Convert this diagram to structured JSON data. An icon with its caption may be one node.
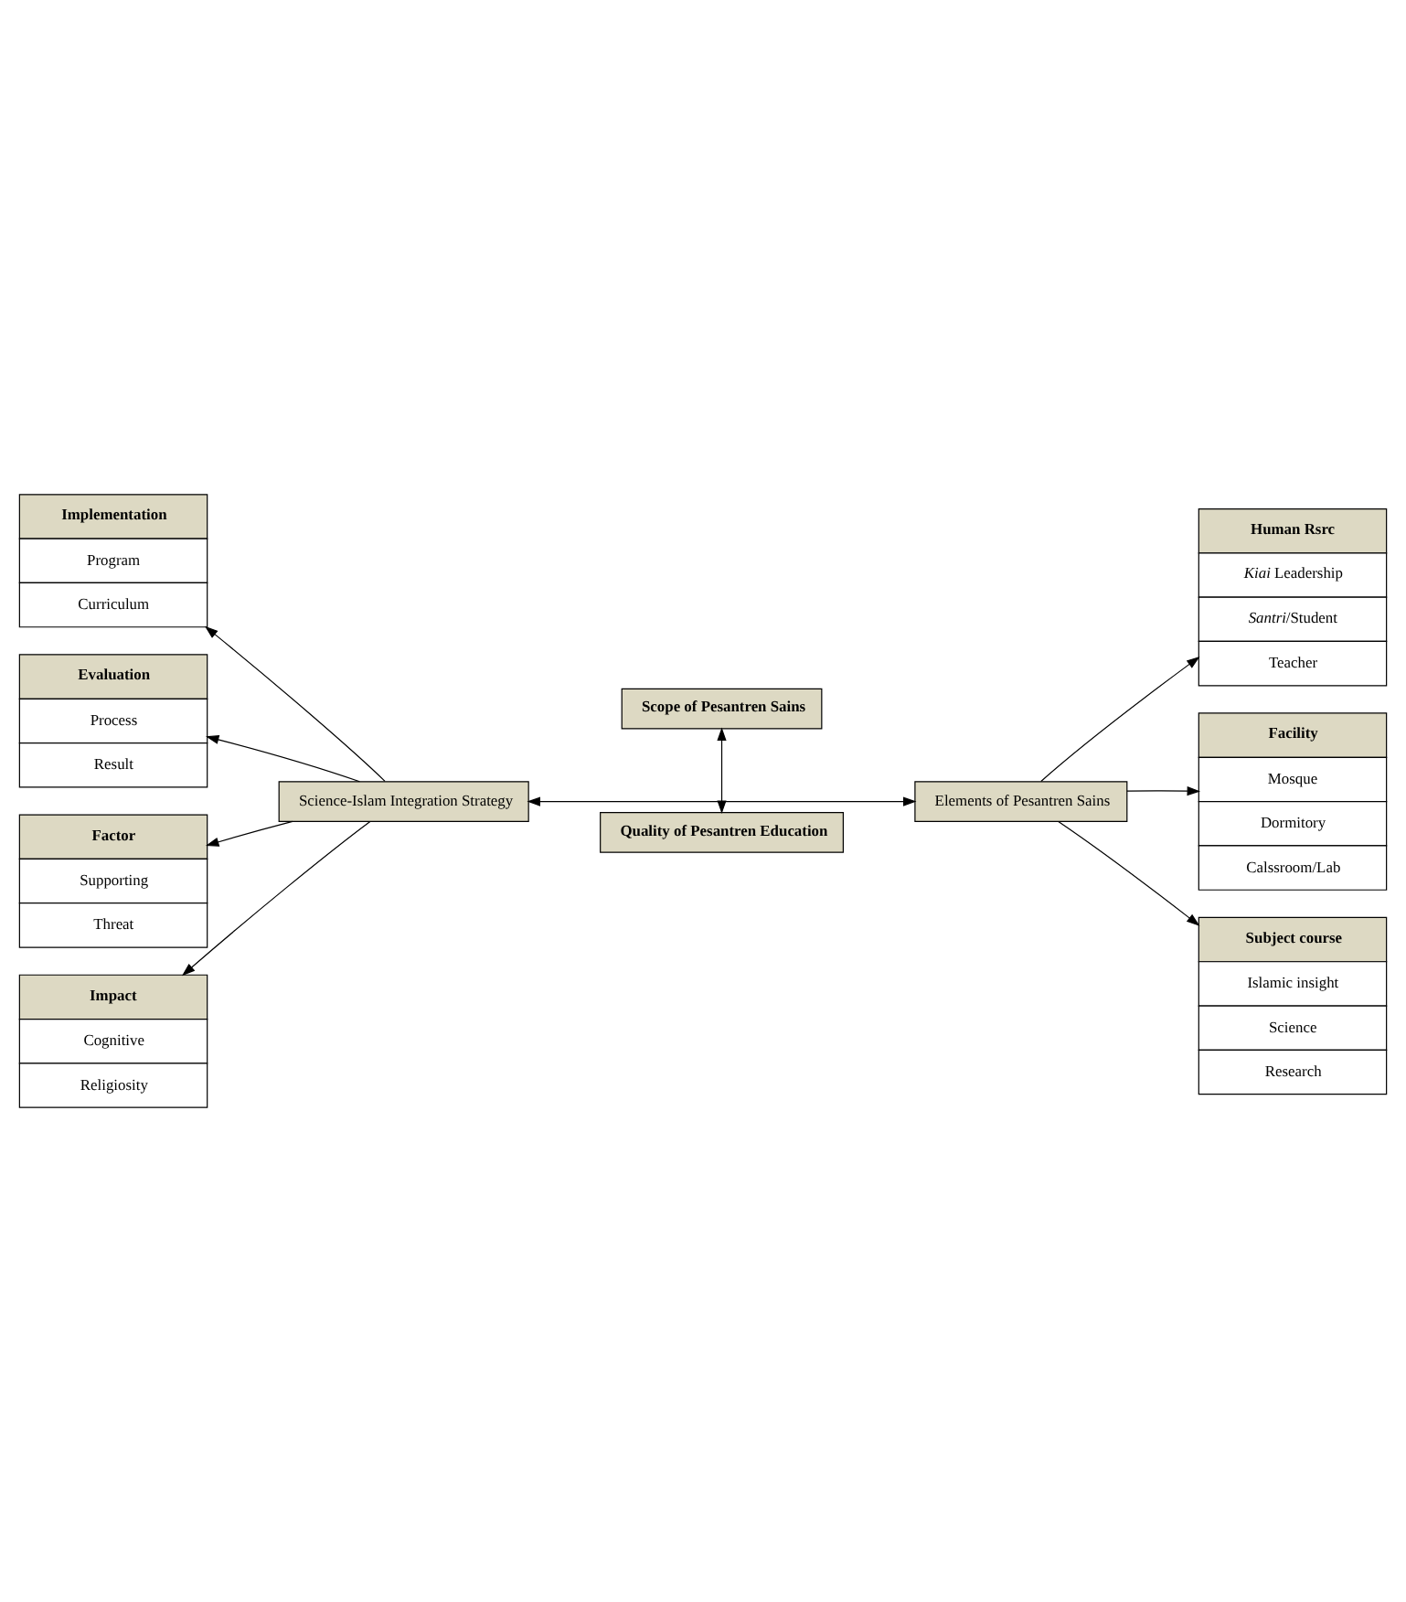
{
  "diagram": {
    "nodes": [
      {
        "text": [
          "Scope of Pesantren Sains"
        ]
      },
      {
        "text": [
          "Implementation",
          "Program",
          "Curriculum"
        ]
      },
      {
        "text": [
          "Evaluation",
          "Process",
          "Result"
        ]
      },
      {
        "text": [
          "Factor",
          "Supporting",
          "Threat"
        ]
      },
      {
        "text": [
          "Impact",
          "Cognitive",
          "Religiosity"
        ]
      },
      {
        "text": [
          "Science-Islam Integration Strategy"
        ]
      },
      {
        "text": [
          "Elements of Pesantren Sains"
        ]
      },
      {
        "text": [
          "Human Rsrc",
          "*Kiai* Leadership",
          "*Santri*/Student",
          "Teacher"
        ]
      },
      {
        "text": [
          "Facility",
          "Mosque",
          "Dormitory",
          "Calssroom/Lab"
        ]
      },
      {
        "text": [
          "Subject course",
          "Islamic insight",
          "Science",
          "Research"
        ]
      },
      {
        "text": [
          "Quality of Pesantren Education"
        ]
      }
    ],
    "edges": [
      {
        "from": 0,
        "to": 10,
        "arrow": "both"
      },
      {
        "from": 5,
        "to": 1,
        "arrow": "to"
      },
      {
        "from": 5,
        "to": 2,
        "arrow": "to"
      },
      {
        "from": 5,
        "to": 3,
        "arrow": "to"
      },
      {
        "from": 5,
        "to": 4,
        "arrow": "to"
      },
      {
        "from": 5,
        "to": 6,
        "arrow": "both"
      },
      {
        "from": 6,
        "to": 7,
        "arrow": "to"
      },
      {
        "from": 6,
        "to": 8,
        "arrow": "to"
      },
      {
        "from": 6,
        "to": 9,
        "arrow": "to"
      }
    ]
  }
}
